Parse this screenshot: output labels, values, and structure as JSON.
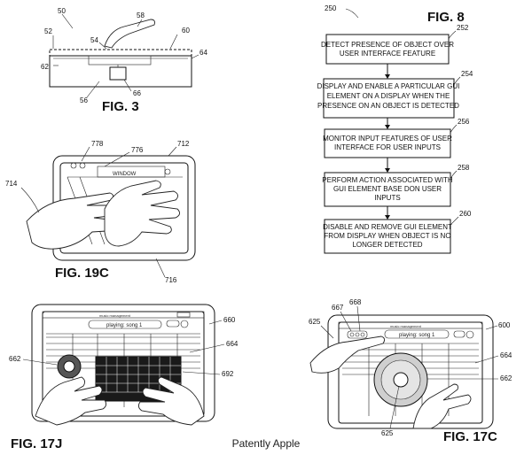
{
  "fig3": {
    "title": "FIG. 3",
    "refs": [
      "50",
      "58",
      "52",
      "54",
      "60",
      "62",
      "64",
      "56",
      "66"
    ]
  },
  "fig8": {
    "title": "FIG. 8",
    "ref": "250",
    "steps": [
      {
        "ref": "252",
        "lines": [
          "DETECT PRESENCE OF OBJECT OVER",
          "USER INTERFACE FEATURE"
        ]
      },
      {
        "ref": "254",
        "lines": [
          "DISPLAY AND ENABLE A PARTICULAR GUI",
          "ELEMENT ON A DISPLAY WHEN THE",
          "PRESENCE ON AN OBJECT IS DETECTED"
        ]
      },
      {
        "ref": "256",
        "lines": [
          "MONITOR INPUT FEATURES OF USER",
          "INTERFACE FOR USER INPUTS"
        ]
      },
      {
        "ref": "258",
        "lines": [
          "PERFORM ACTION ASSOCIATED WITH",
          "GUI ELEMENT BASE DON USER",
          "INPUTS"
        ]
      },
      {
        "ref": "260",
        "lines": [
          "DISABLE AND REMOVE GUI ELEMENT",
          "FROM DISPLAY WHEN OBJECT IS NO",
          "LONGER DETECTED"
        ]
      }
    ]
  },
  "fig19c": {
    "title": "FIG. 19C",
    "window_label": "WINDOW",
    "refs": [
      "778",
      "776",
      "712",
      "714",
      "716"
    ]
  },
  "fig17j": {
    "title": "FIG. 17J",
    "app_title": "music management",
    "playing": "playing: song 1",
    "refs": [
      "660",
      "664",
      "662",
      "692"
    ]
  },
  "fig17c": {
    "title": "FIG. 17C",
    "app_title": "music management",
    "playing": "playing: song 1",
    "refs": [
      "667",
      "668",
      "625",
      "600",
      "664",
      "662",
      "625"
    ]
  },
  "credit": "Patently Apple"
}
